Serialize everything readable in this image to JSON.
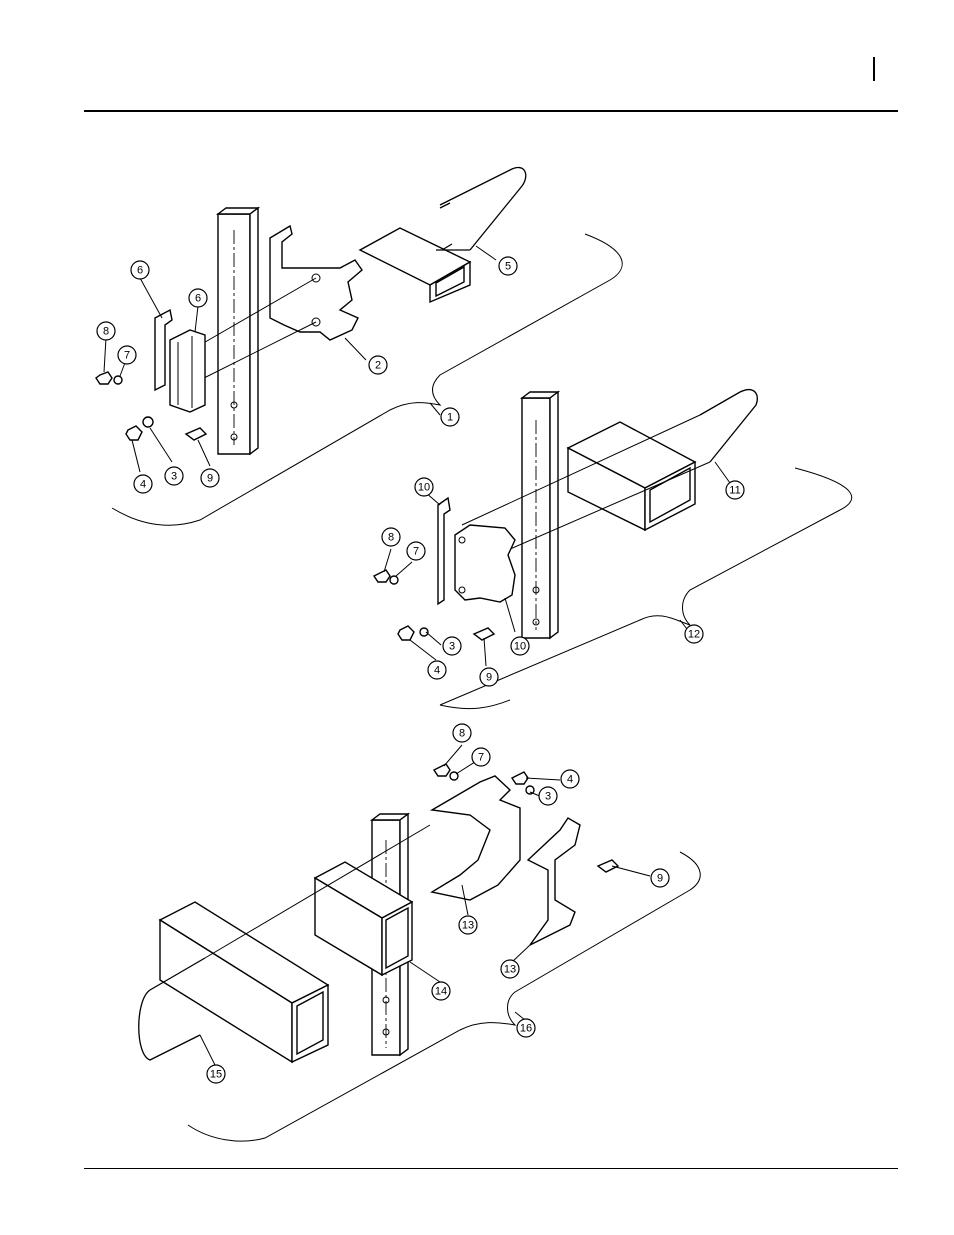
{
  "callouts": [
    "1",
    "2",
    "3",
    "4",
    "5",
    "6",
    "6",
    "7",
    "8",
    "9",
    "10",
    "10",
    "11",
    "12",
    "3",
    "4",
    "7",
    "8",
    "9",
    "3",
    "4",
    "7",
    "8",
    "9",
    "13",
    "13",
    "14",
    "15",
    "16"
  ]
}
